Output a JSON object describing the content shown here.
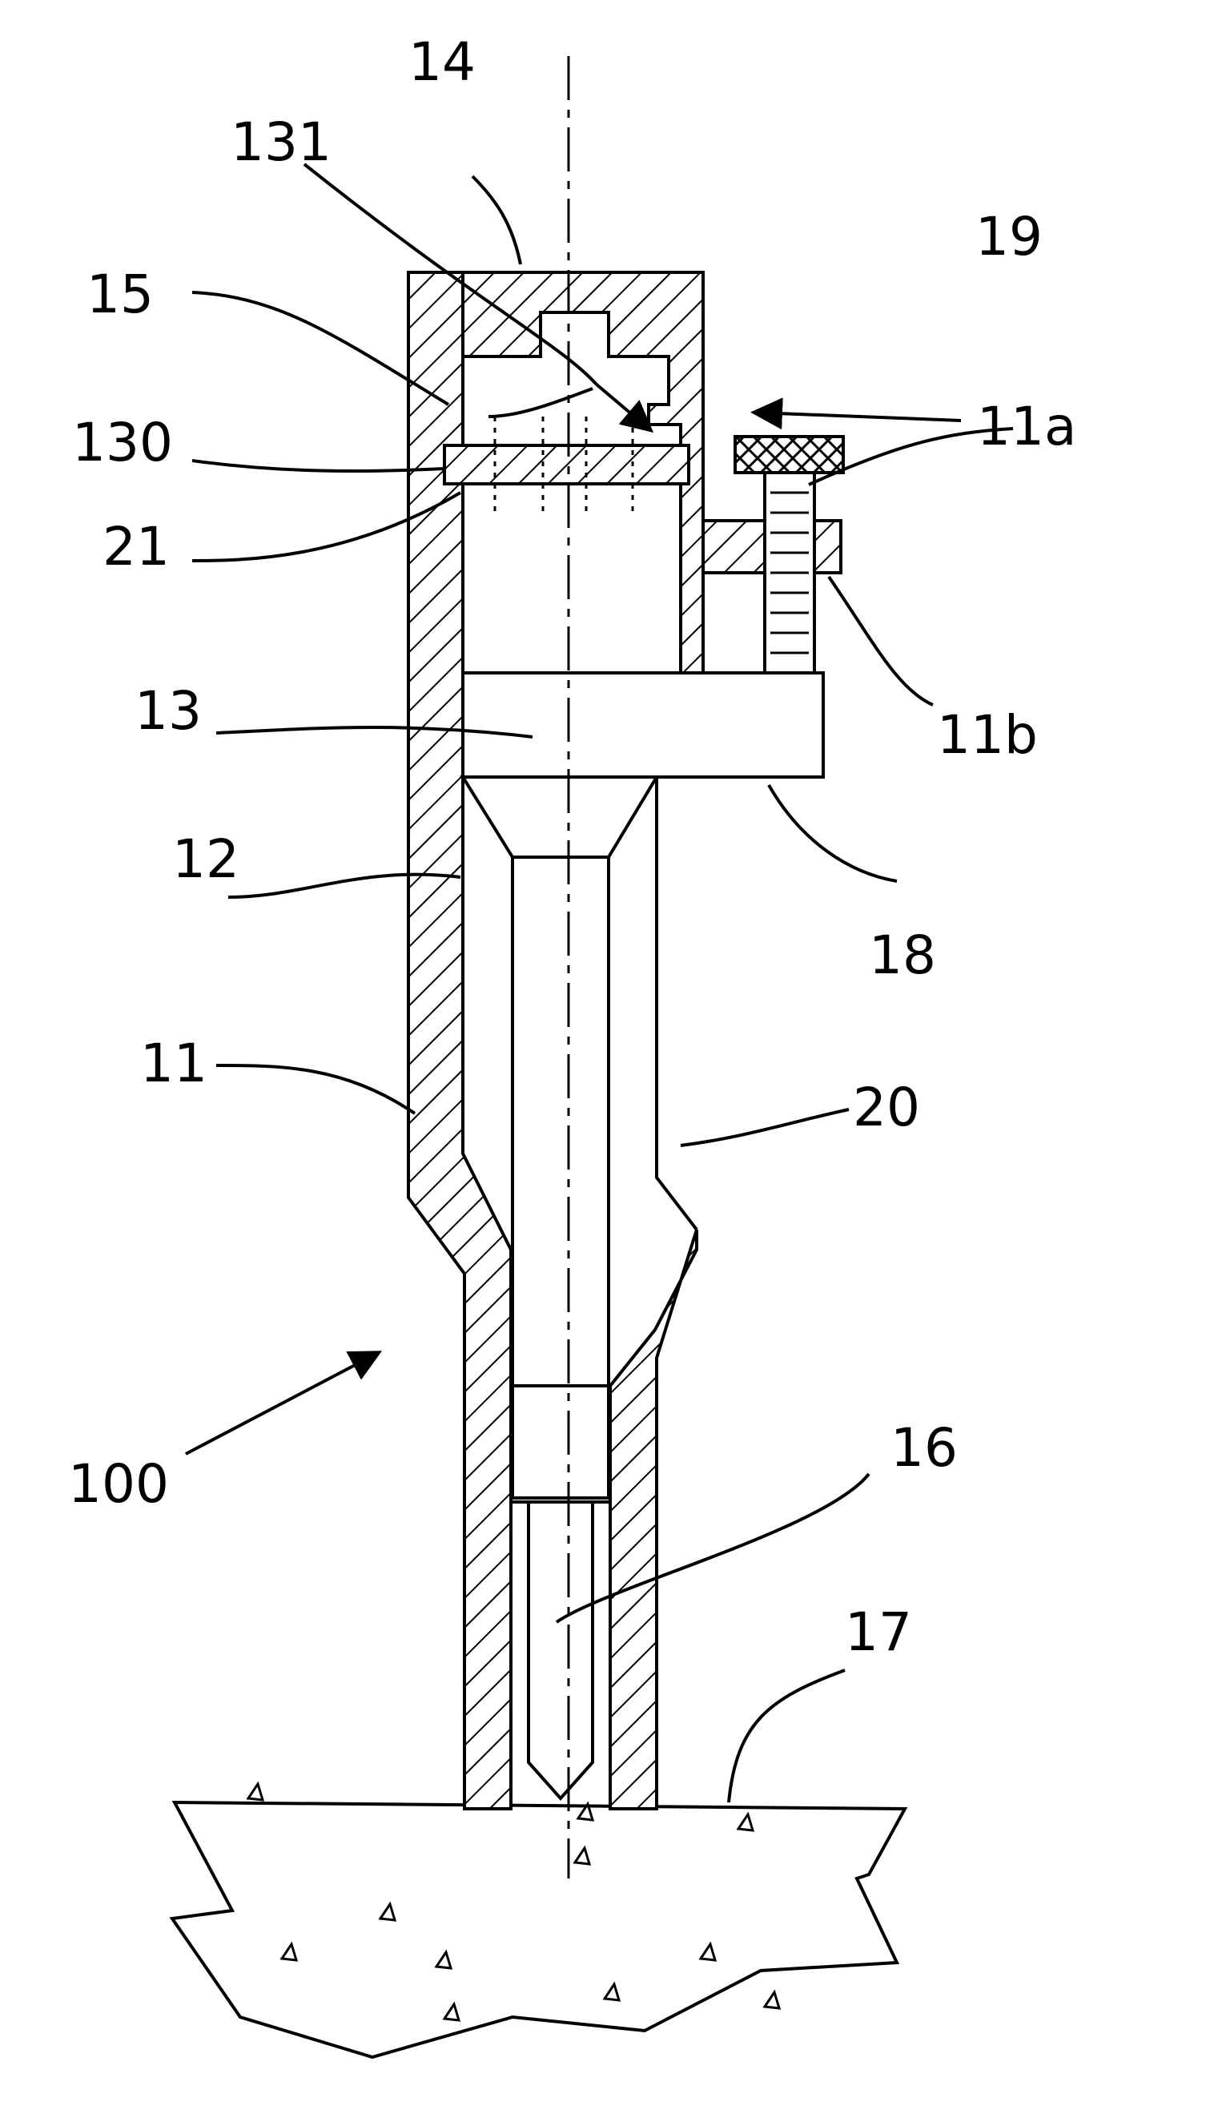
{
  "labels": {
    "l14": "14",
    "l131": "131",
    "l19": "19",
    "l15": "15",
    "l130": "130",
    "l11a": "11a",
    "l21": "21",
    "l13": "13",
    "l11b": "11b",
    "l12": "12",
    "l18": "18",
    "l11": "11",
    "l20": "20",
    "l100": "100",
    "l16": "16",
    "l17": "17"
  }
}
